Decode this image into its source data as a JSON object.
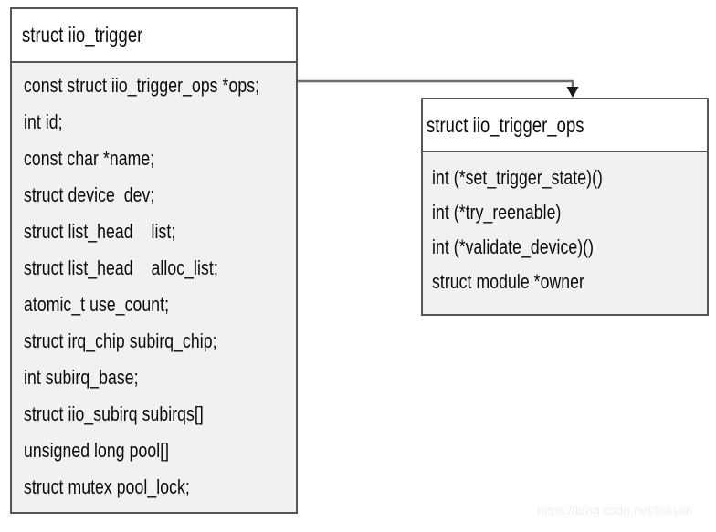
{
  "diagram": {
    "type": "uml-class-diagram",
    "background_color": "#ffffff",
    "border_color": "#555555",
    "body_fill_color": "#f1f1f1",
    "title_fill_color": "#ffffff",
    "connector_color": "#6e6e6e",
    "text_color": "#0a0a0a"
  },
  "boxes": {
    "trigger": {
      "title": "struct iio_trigger",
      "fields": [
        "const struct iio_trigger_ops *ops;",
        "int id;",
        "const char *name;",
        "struct device  dev;",
        "struct list_head    list;",
        "struct list_head    alloc_list;",
        "atomic_t use_count;",
        "struct irq_chip subirq_chip;",
        "int subirq_base;",
        "struct iio_subirq subirqs[]",
        "unsigned long pool[]",
        "struct mutex pool_lock;"
      ]
    },
    "trigger_ops": {
      "title": "struct iio_trigger_ops",
      "fields": [
        "int (*set_trigger_state)()",
        "int (*try_reenable)",
        "int (*validate_device)()",
        "struct module *owner"
      ]
    }
  },
  "connector": {
    "from": "trigger.ops",
    "to": "trigger_ops",
    "arrow_style": "filled-triangle",
    "direction": "down"
  },
  "watermark": {
    "text": "https://blog.csdn.net/lickylin",
    "color": "#efefef"
  }
}
